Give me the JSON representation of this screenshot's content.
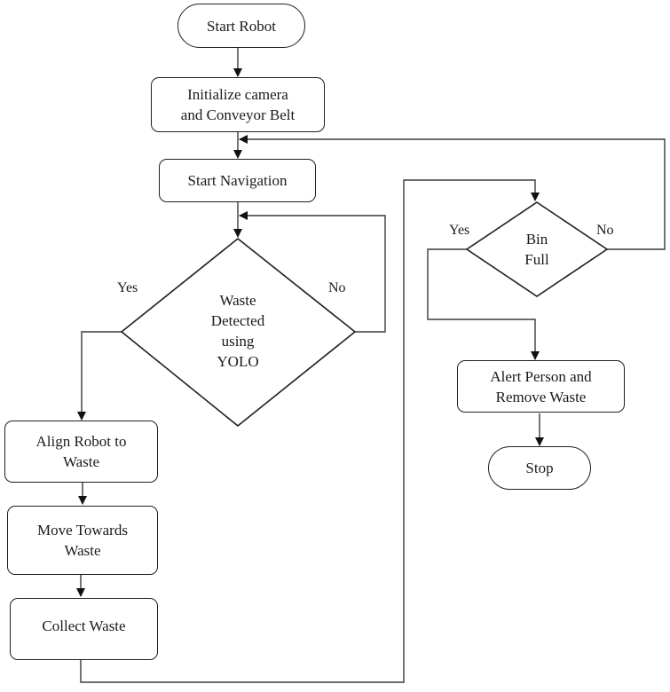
{
  "diagram": {
    "type": "flowchart",
    "nodes": {
      "start": "Start Robot",
      "init_line1": "Initialize camera",
      "init_line2": "and Conveyor Belt",
      "navigation": "Start Navigation",
      "detect_line1": "Waste",
      "detect_line2": "Detected",
      "detect_line3": "using",
      "detect_line4": "YOLO",
      "align_line1": "Align Robot to",
      "align_line2": "Waste",
      "move_line1": "Move Towards",
      "move_line2": "Waste",
      "collect": "Collect Waste",
      "bin_line1": "Bin",
      "bin_line2": "Full",
      "alert_line1": "Alert Person and",
      "alert_line2": "Remove Waste",
      "stop": "Stop"
    },
    "labels": {
      "detect_yes": "Yes",
      "detect_no": "No",
      "bin_yes": "Yes",
      "bin_no": "No"
    },
    "edges": [
      {
        "from": "Start Robot",
        "to": "Initialize camera and Conveyor Belt"
      },
      {
        "from": "Initialize camera and Conveyor Belt",
        "to": "Start Navigation"
      },
      {
        "from": "Start Navigation",
        "to": "Waste Detected using YOLO"
      },
      {
        "from": "Waste Detected using YOLO",
        "to": "Align Robot to Waste",
        "label": "Yes"
      },
      {
        "from": "Waste Detected using YOLO",
        "to": "Waste Detected using YOLO",
        "label": "No"
      },
      {
        "from": "Align Robot to Waste",
        "to": "Move Towards Waste"
      },
      {
        "from": "Move Towards Waste",
        "to": "Collect Waste"
      },
      {
        "from": "Collect Waste",
        "to": "Bin Full"
      },
      {
        "from": "Bin Full",
        "to": "Alert Person and Remove Waste",
        "label": "Yes"
      },
      {
        "from": "Bin Full",
        "to": "Start Navigation",
        "label": "No"
      },
      {
        "from": "Alert Person and Remove Waste",
        "to": "Stop"
      }
    ],
    "colors": {
      "stroke": "#1f1f1f",
      "connector": "#3a3a3a",
      "background": "#ffffff"
    }
  }
}
